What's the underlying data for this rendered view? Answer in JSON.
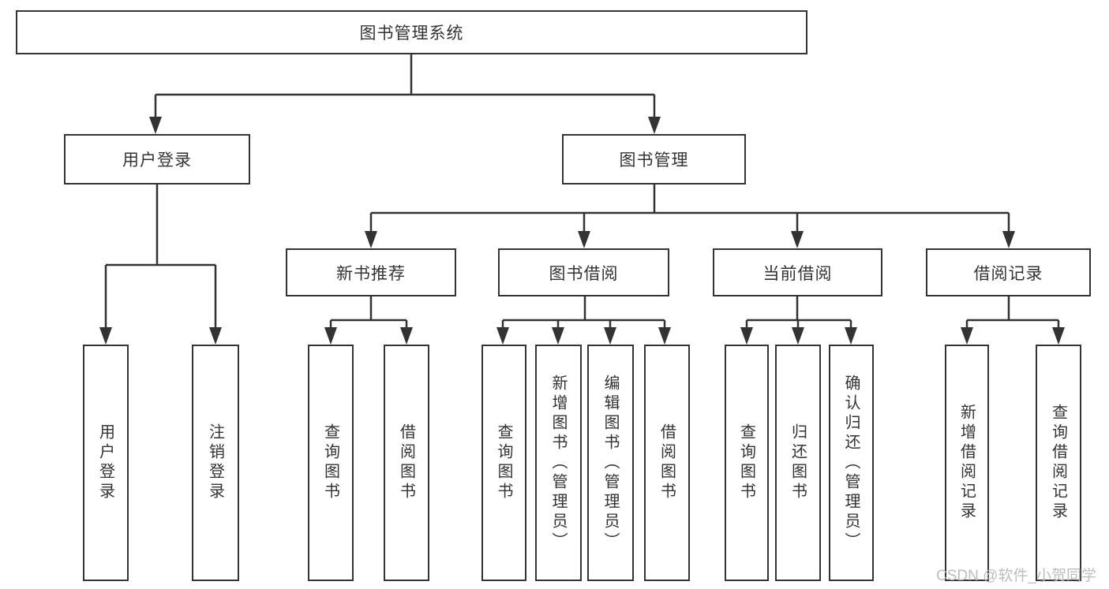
{
  "diagram": {
    "root": {
      "label": "图书管理系统"
    },
    "branches": {
      "user_login": {
        "label": "用户登录",
        "children": [
          {
            "label": "用户登录"
          },
          {
            "label": "注销登录"
          }
        ]
      },
      "book_mgmt": {
        "label": "图书管理",
        "children": [
          {
            "label": "新书推荐",
            "children": [
              {
                "label": "查询图书"
              },
              {
                "label": "借阅图书"
              }
            ]
          },
          {
            "label": "图书借阅",
            "children": [
              {
                "label": "查询图书"
              },
              {
                "label": "新增图书（管理员）"
              },
              {
                "label": "编辑图书（管理员）"
              },
              {
                "label": "借阅图书"
              }
            ]
          },
          {
            "label": "当前借阅",
            "children": [
              {
                "label": "查询图书"
              },
              {
                "label": "归还图书"
              },
              {
                "label": "确认归还（管理员）"
              }
            ]
          },
          {
            "label": "借阅记录",
            "children": [
              {
                "label": "新增借阅记录"
              },
              {
                "label": "查询借阅记录"
              }
            ]
          }
        ]
      }
    },
    "watermark": {
      "text": "CSDN @软件_小贺同学"
    },
    "colors": {
      "line": "#333333",
      "box_border": "#333333",
      "box_fill": "#ffffff",
      "text": "#333333",
      "watermark": "#bdbdbd",
      "background": "#ffffff"
    }
  }
}
